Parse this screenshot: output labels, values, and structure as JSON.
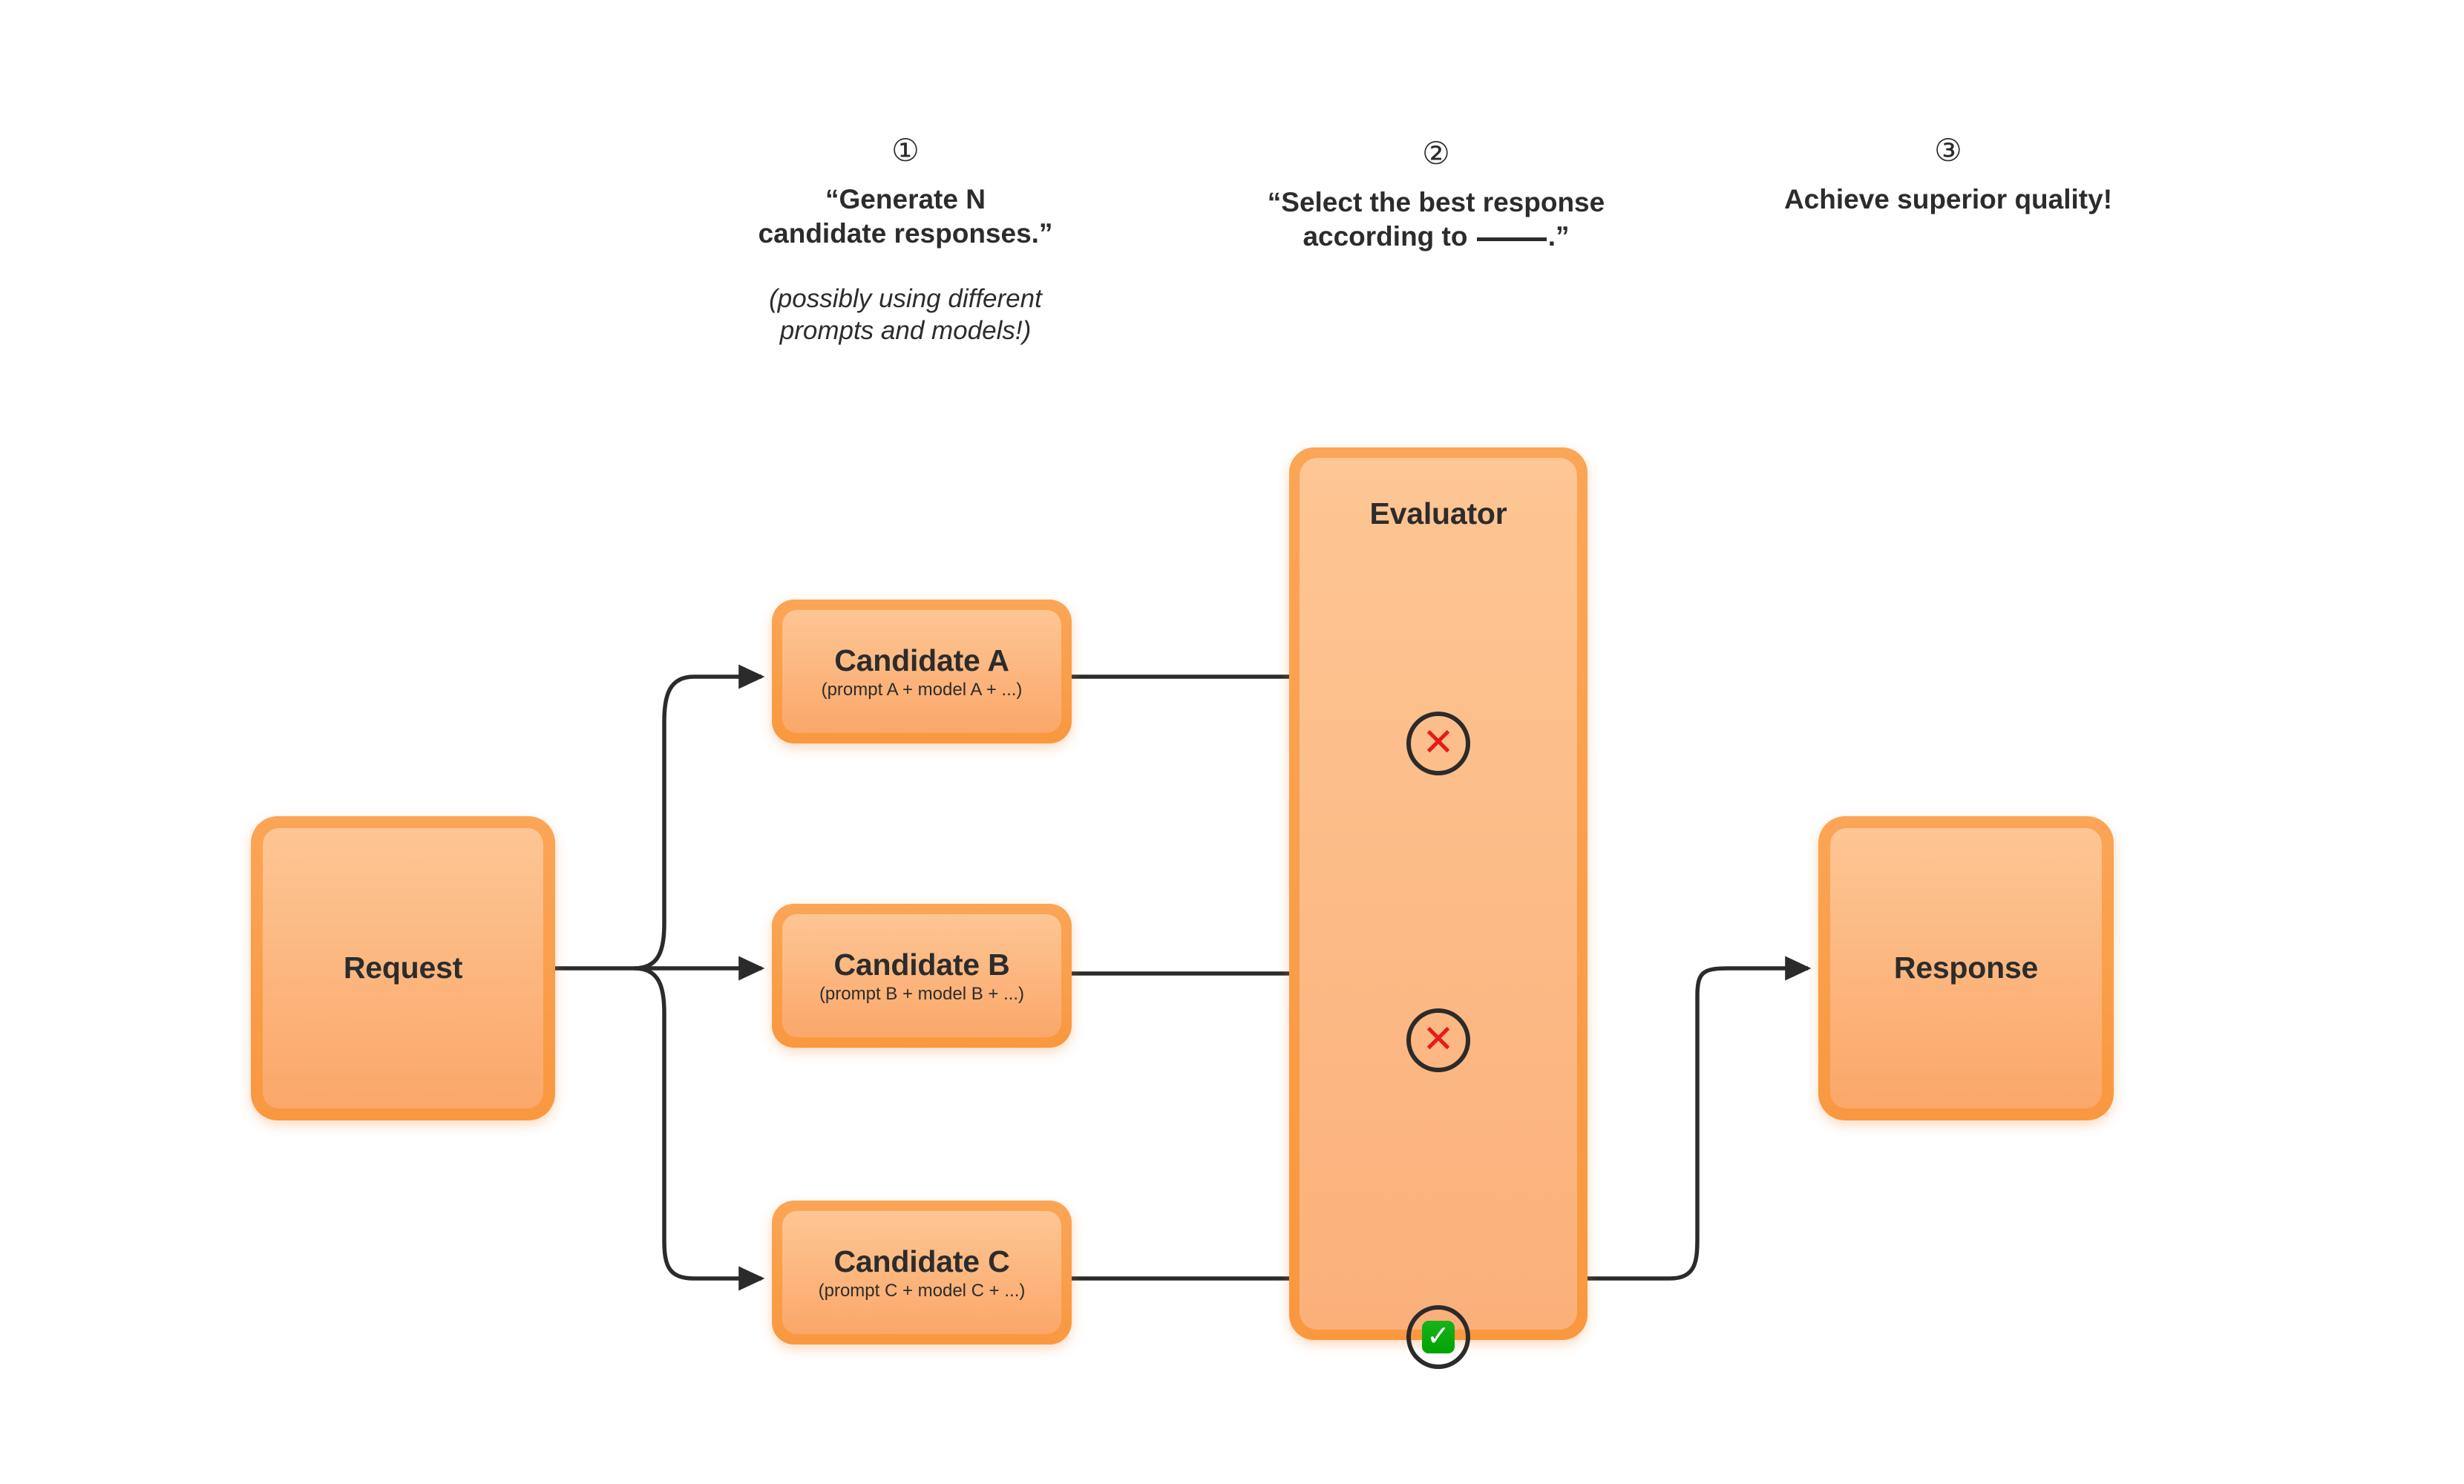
{
  "theme": {
    "background": "#FFFFFF",
    "node_border": "#F9983F",
    "node_fill_top": "#FDC694",
    "node_fill_bottom": "#FBA76A",
    "arrow": "#2B2B2B",
    "reject_color": "#E8191B",
    "accept_color": "#00A400",
    "text": "#2C2C2C"
  },
  "steps": [
    {
      "number": "①",
      "number_name": "circled-digit-one",
      "headline": "“Generate N\ncandidate responses.”",
      "note": "(possibly using different\nprompts and models!)"
    },
    {
      "number": "②",
      "number_name": "circled-digit-two",
      "headline_before": "“Select the best response\naccording to ",
      "headline_after": ".”",
      "note": ""
    },
    {
      "number": "③",
      "number_name": "circled-digit-three",
      "headline": "Achieve superior quality!",
      "note": ""
    }
  ],
  "nodes": {
    "request": {
      "title": "Request"
    },
    "response": {
      "title": "Response"
    },
    "evaluator": {
      "title": "Evaluator"
    },
    "candidates": [
      {
        "title": "Candidate A",
        "sub": "(prompt A + model A + ...)",
        "verdict": "reject",
        "verdict_glyph": "✕"
      },
      {
        "title": "Candidate B",
        "sub": "(prompt B + model B + ...)",
        "verdict": "reject",
        "verdict_glyph": "✕"
      },
      {
        "title": "Candidate C",
        "sub": "(prompt C + model C + ...)",
        "verdict": "accept",
        "verdict_glyph": "✓"
      }
    ]
  }
}
